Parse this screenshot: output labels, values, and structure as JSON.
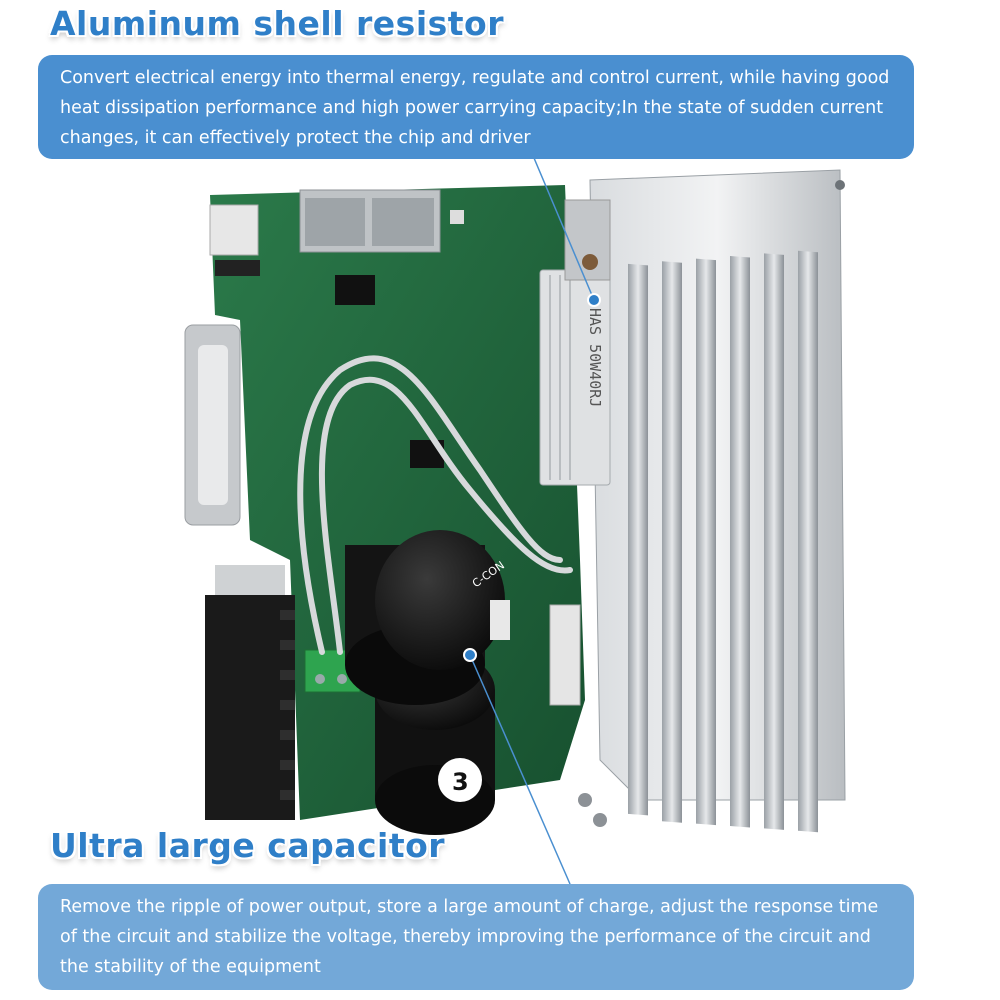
{
  "heading_top": "Aluminum shell resistor",
  "text_top": "Convert electrical energy into thermal energy, regulate and control current, while having good heat dissipation performance and high power carrying capacity;In the state of sudden current changes, it can effectively protect the chip and driver",
  "heading_bottom": "Ultra large capacitor",
  "text_bottom": "Remove the ripple of power output, store a large amount of charge, adjust the response time of the circuit and stabilize the voltage, thereby improving the performance of the circuit and the stability of the equipment",
  "resistor_marking": "HAS 50W40RJ",
  "capacitor_brand": "C-CON",
  "capacitor_number": "3",
  "colors": {
    "heading": "#2f7fc8",
    "box_top": "#4a8fd0",
    "box_bottom": "#73a8d8",
    "pcb": "#1f5e3a"
  }
}
